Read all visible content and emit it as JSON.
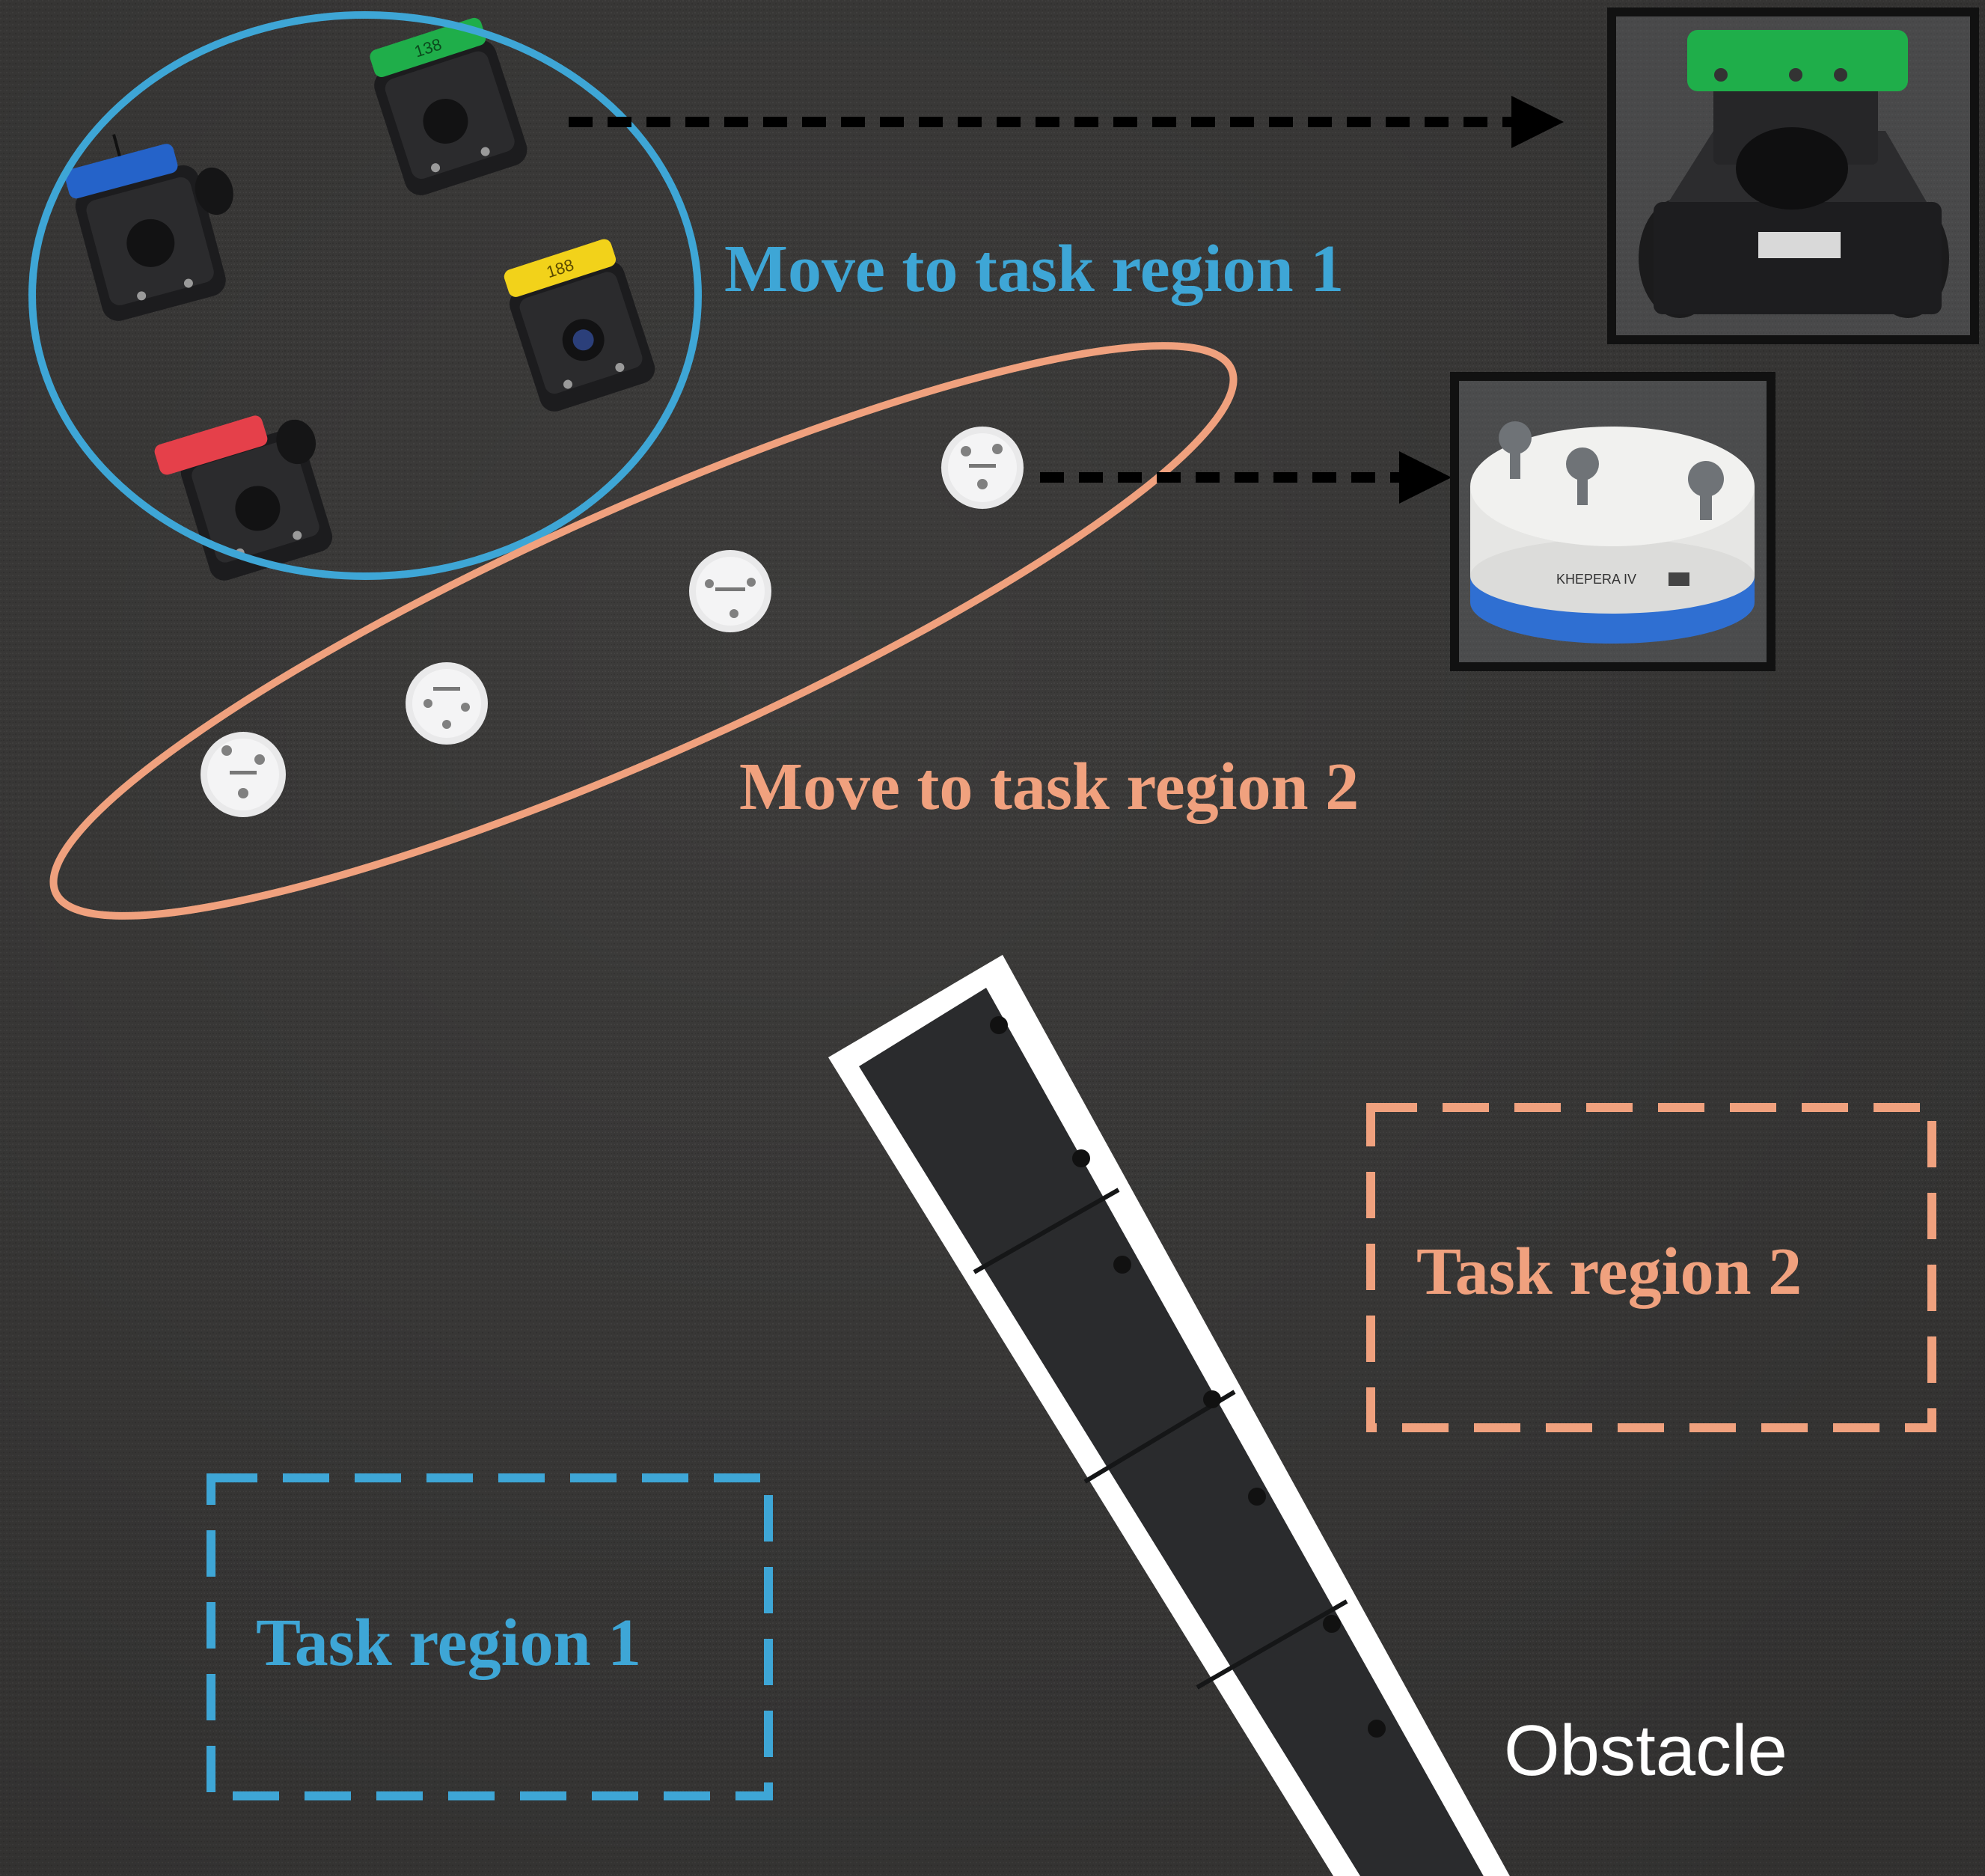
{
  "labels": {
    "move_region_1": "Move to task region 1",
    "move_region_2": "Move to task region 2",
    "task_region_1": "Task region 1",
    "task_region_2": "Task region 2",
    "obstacle": "Obstacle"
  },
  "robot_tags": {
    "green": "138",
    "yellow": "188",
    "khepera": "KHEPERA IV"
  },
  "colors": {
    "blue": "#3ea6d6",
    "orange": "#f0a17e",
    "floor": "#3d3c3b",
    "white": "#ffffff",
    "black": "#000000",
    "tag_green": "#1fae4a",
    "tag_blue": "#2563c9",
    "tag_yellow": "#f2d21a",
    "tag_red": "#e5404a",
    "khepera_blue": "#2f6fd2"
  },
  "icons": [
    "dashed-arrow-icon"
  ]
}
